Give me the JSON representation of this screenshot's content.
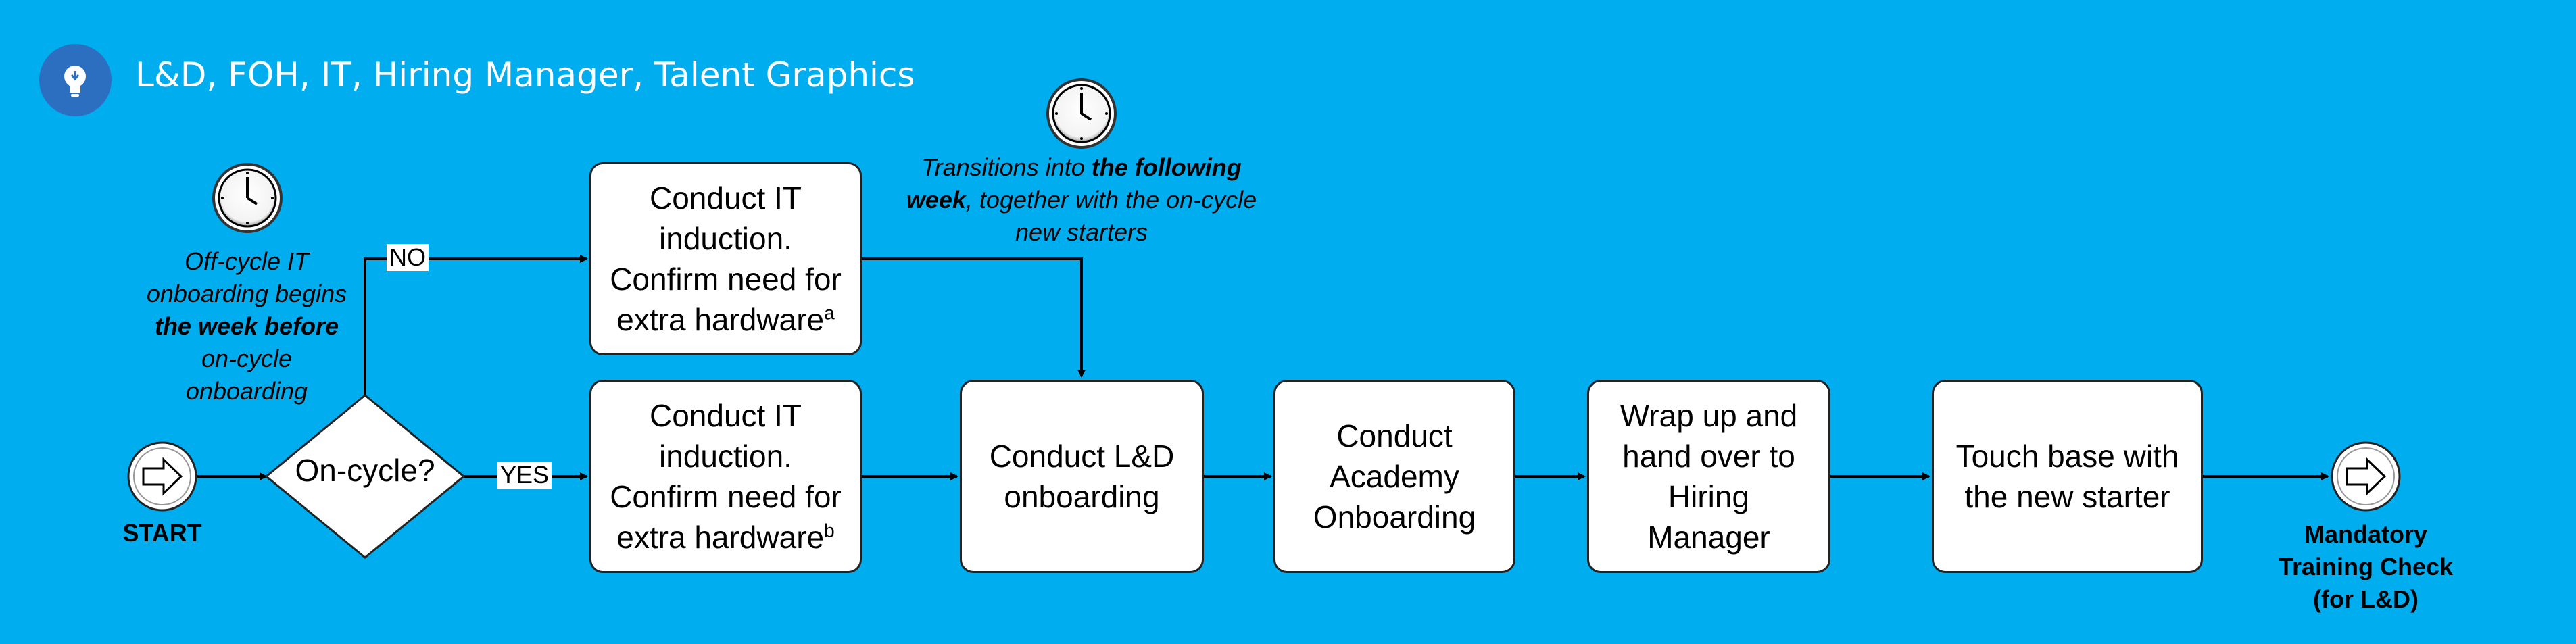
{
  "header": {
    "title": "L&D, FOH, IT, Hiring Manager, Talent Graphics",
    "icon": "lightbulb-icon",
    "accent_color": "#2c6fc1"
  },
  "colors": {
    "background": "#00adef",
    "box_fill": "#ffffff",
    "line": "#000000"
  },
  "diagram": {
    "start_label": "START",
    "end_label": "Mandatory Training Check (for L&D)",
    "decision_label": "On-cycle?",
    "edge_no": "NO",
    "edge_yes": "YES",
    "notes": {
      "off_cycle": {
        "line1": "Off-cycle IT",
        "line2": "onboarding begins",
        "line3_bold": "the week before",
        "line4": "on-cycle",
        "line5": "onboarding"
      },
      "transitions": {
        "part1": "Transitions into ",
        "part1_bold": "the following",
        "part2_bold": "week",
        "part2": ", together with the on-cycle",
        "part3": "new starters"
      }
    },
    "boxes": {
      "it_induction_off": {
        "line1": "Conduct IT",
        "line2": "induction.",
        "line3": "Confirm need for",
        "line4": "extra hardware",
        "sup": "a"
      },
      "it_induction_on": {
        "line1": "Conduct IT",
        "line2": "induction.",
        "line3": "Confirm need for",
        "line4": "extra hardware",
        "sup": "b"
      },
      "ld_onboarding": {
        "line1": "Conduct L&D",
        "line2": "onboarding"
      },
      "academy_onboarding": {
        "line1": "Conduct",
        "line2": "Academy",
        "line3": "Onboarding"
      },
      "handover": {
        "line1": "Wrap up and",
        "line2": "hand over to",
        "line3": "Hiring",
        "line4": "Manager"
      },
      "touch_base": {
        "line1": "Touch base with",
        "line2": "the new starter"
      }
    }
  }
}
